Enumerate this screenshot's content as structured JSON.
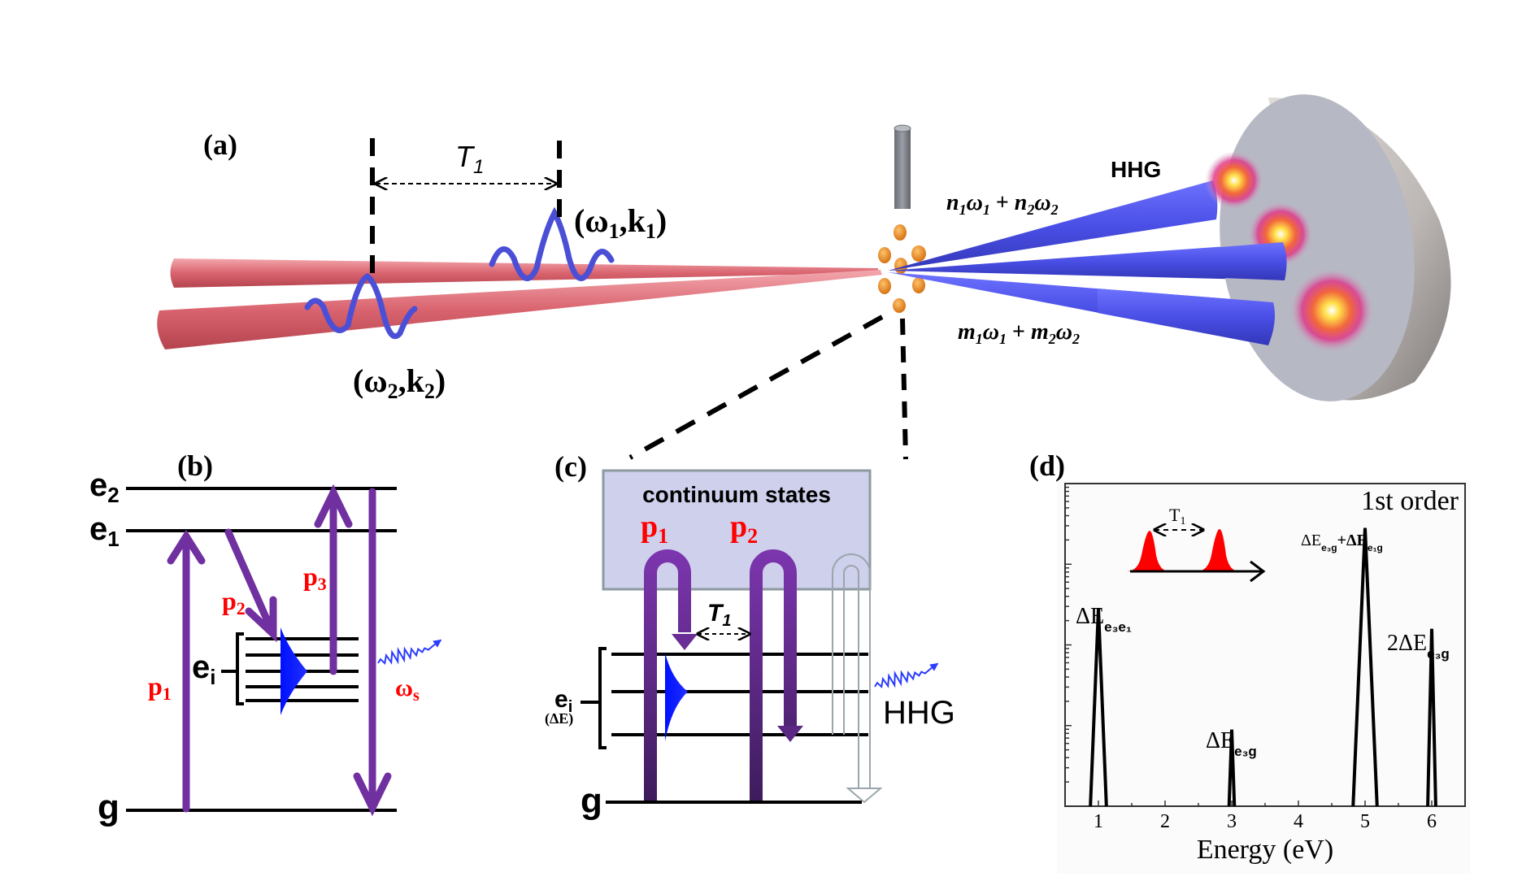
{
  "panels": {
    "a": {
      "label": "(a)",
      "delay_label": "T",
      "delay_sub": "1",
      "beam1_label": {
        "pre": "(ω",
        "sub1": "1",
        "mid": ",k",
        "sub2": "1",
        "post": ")"
      },
      "beam2_label": {
        "pre": "(ω",
        "sub1": "2",
        "mid": ",k",
        "sub2": "2",
        "post": ")"
      },
      "hhg_label": "HHG",
      "harmonic_upper": {
        "a": "n",
        "a_sub": "1",
        "b": "ω",
        "b_sub": "1",
        "plus": " + ",
        "c": "n",
        "c_sub": "2",
        "d": "ω",
        "d_sub": "2"
      },
      "harmonic_lower": {
        "a": "m",
        "a_sub": "1",
        "b": "ω",
        "b_sub": "1",
        "plus": " + ",
        "c": "m",
        "c_sub": "2",
        "d": "ω",
        "d_sub": "2"
      }
    },
    "b": {
      "label": "(b)",
      "levels": {
        "e2": "e",
        "e2_sub": "2",
        "e1": "e",
        "e1_sub": "1",
        "ei": "e",
        "ei_sub": "i",
        "g": "g"
      },
      "pulses": {
        "p1": "p",
        "p1_sub": "1",
        "p2": "p",
        "p2_sub": "2",
        "p3": "p",
        "p3_sub": "3"
      },
      "emission": {
        "w": "ω",
        "w_sub": "s"
      }
    },
    "c": {
      "label": "(c)",
      "continuum": "continuum states",
      "pulses": {
        "p1": "p",
        "p1_sub": "1",
        "p2": "p",
        "p2_sub": "2"
      },
      "delay_label": "T",
      "delay_sub": "1",
      "ei": "e",
      "ei_sub": "i",
      "delta_e": "(ΔE)",
      "g": "g",
      "hhg": "HHG"
    },
    "d": {
      "label": "(d)"
    }
  },
  "colors": {
    "laser_red": "#d9646f",
    "wave_blue": "#4b4fd6",
    "hhg_blue": "#4a4fe6",
    "arrow_purple": "#7030a0",
    "pulse_red": "#ff0000",
    "label_red": "#ff0000",
    "continuum_fill": "#cfd0ec",
    "atom_orange": "#e8892a"
  },
  "chart_data": {
    "type": "line",
    "title": "1st order",
    "xlabel": "Energy (eV)",
    "ylabel": "",
    "xlim": [
      0.5,
      6.5
    ],
    "yscale": "log",
    "ylim_decades": [
      0,
      4
    ],
    "xticks": [
      1,
      2,
      3,
      4,
      5,
      6
    ],
    "grid": false,
    "inset": {
      "label": "T",
      "label_sub": "1",
      "description": "two red pulses separated by delay T1"
    },
    "peaks": [
      {
        "x": 1.0,
        "log_height": 2.45,
        "width": 0.12,
        "label": "ΔE",
        "label_sub": "e₃e₁"
      },
      {
        "x": 3.0,
        "log_height": 0.95,
        "width": 0.04,
        "label": "ΔE",
        "label_sub": "e₃g"
      },
      {
        "x": 5.0,
        "log_height": 3.45,
        "width": 0.18,
        "label": "ΔE",
        "label_sub": "e₃g",
        "label2": "+ΔE",
        "label2_sub": "e₁g"
      },
      {
        "x": 6.0,
        "log_height": 2.2,
        "width": 0.06,
        "label": "2ΔE",
        "label_sub": "e₃g"
      }
    ]
  }
}
